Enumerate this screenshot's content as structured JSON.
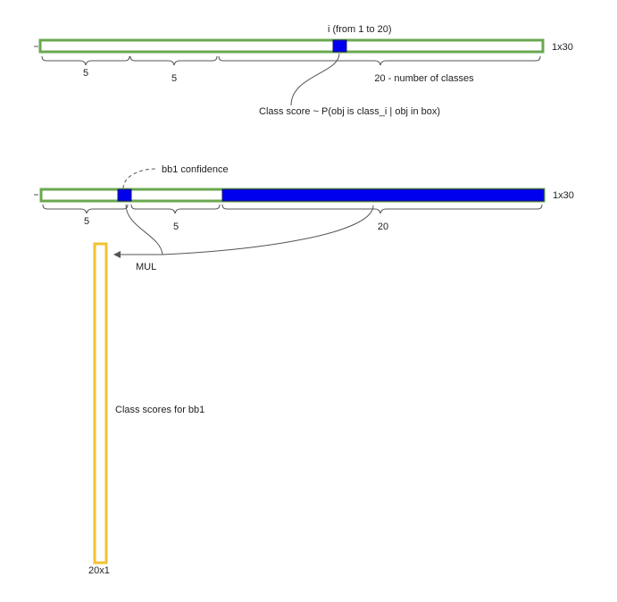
{
  "colors": {
    "vector_outline": "#6aa84f",
    "highlight": "#0000ee",
    "highlight_border": "#1c1c6e",
    "output_outline": "#f1c232",
    "annotation": "#555555",
    "text": "#222222"
  },
  "top_vector": {
    "highlight_label": "i (from 1 to 20)",
    "size_label": "1x30",
    "brace_labels": [
      "5",
      "5",
      "20 - number of classes"
    ],
    "caption": "Class score ~ P(obj is class_i | obj in box)"
  },
  "bottom_vector": {
    "confidence_label": "bb1 confidence",
    "size_label": "1x30",
    "brace_labels": [
      "5",
      "5",
      "20"
    ],
    "mul_label": "MUL"
  },
  "output_vector": {
    "label": "Class scores for bb1",
    "size_label": "20x1"
  }
}
